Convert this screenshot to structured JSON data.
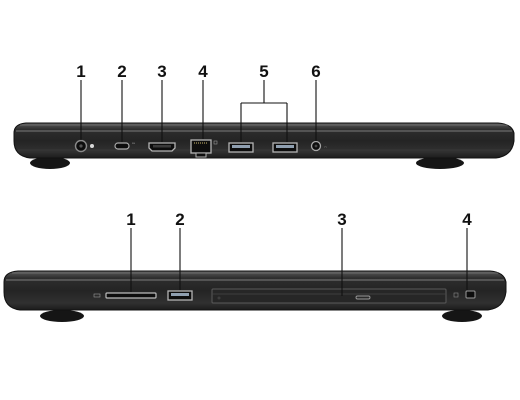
{
  "diagram": {
    "left_view": {
      "callouts": [
        {
          "number": "1",
          "part": "power-adapter-port"
        },
        {
          "number": "2",
          "part": "usb-c-port"
        },
        {
          "number": "3",
          "part": "hdmi-port"
        },
        {
          "number": "4",
          "part": "network-port"
        },
        {
          "number": "5",
          "part": "usb-a-ports"
        },
        {
          "number": "6",
          "part": "headset-jack"
        }
      ]
    },
    "right_view": {
      "callouts": [
        {
          "number": "1",
          "part": "sd-card-slot"
        },
        {
          "number": "2",
          "part": "usb-a-port"
        },
        {
          "number": "3",
          "part": "optical-drive"
        },
        {
          "number": "4",
          "part": "security-cable-slot"
        }
      ]
    },
    "colors": {
      "chassis": "#2a2a2a",
      "chassis_highlight": "#6b6b6b",
      "port_metal": "#b9b9b9",
      "usb_blue": "#9aa6b3"
    }
  }
}
